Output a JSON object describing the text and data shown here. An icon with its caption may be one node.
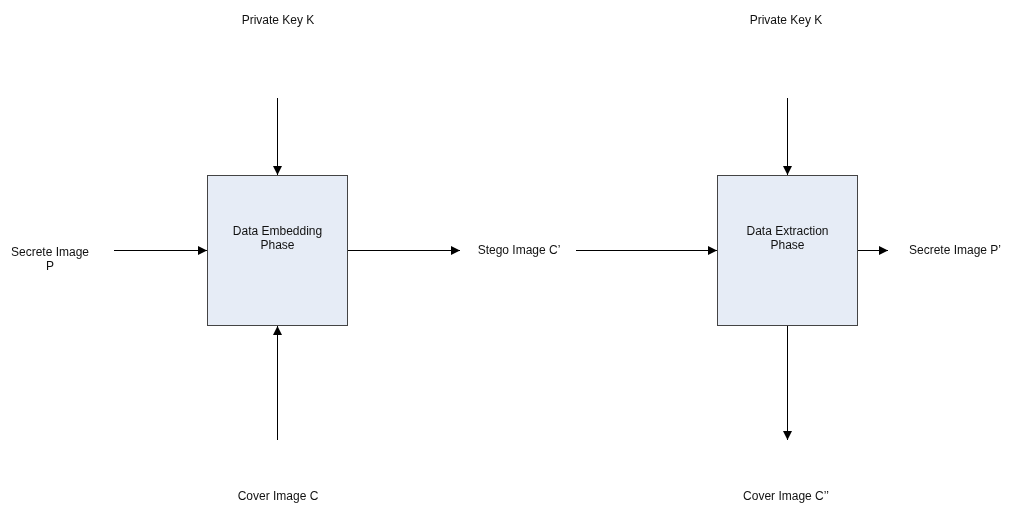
{
  "diagram": {
    "nodes": [
      {
        "text": [
          "Private Key K"
        ]
      },
      {
        "text": [
          "Secrete Image P"
        ]
      },
      {
        "text": [
          "Data Embedding Phase"
        ]
      },
      {
        "text": [
          "Cover Image C"
        ]
      },
      {
        "text": [
          "Stego Image C’"
        ]
      },
      {
        "text": [
          "Private Key K"
        ]
      },
      {
        "text": [
          "Data Extraction Phase"
        ]
      },
      {
        "text": [
          "Secrete Image P’"
        ]
      },
      {
        "text": [
          "Cover Image C’’"
        ]
      }
    ],
    "edges": [
      {
        "from": 0,
        "to": 2,
        "arrow": "to"
      },
      {
        "from": 1,
        "to": 2,
        "arrow": "to"
      },
      {
        "from": 3,
        "to": 2,
        "arrow": "to"
      },
      {
        "from": 2,
        "to": 4,
        "arrow": "to"
      },
      {
        "from": 4,
        "to": 6,
        "arrow": "to"
      },
      {
        "from": 5,
        "to": 6,
        "arrow": "to"
      },
      {
        "from": 6,
        "to": 7,
        "arrow": "to"
      },
      {
        "from": 6,
        "to": 8,
        "arrow": "to"
      }
    ]
  }
}
